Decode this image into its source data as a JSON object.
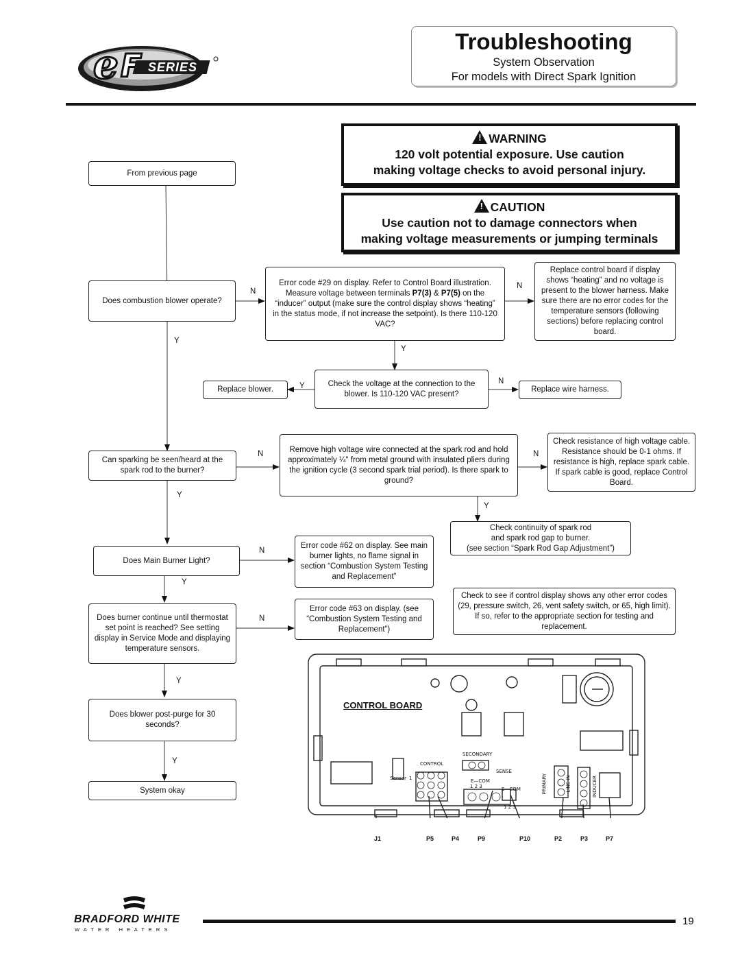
{
  "header": {
    "title": "Troubleshooting",
    "subtitle1": "System Observation",
    "subtitle2": "For models with Direct Spark Ignition",
    "logo_text": "SERIES"
  },
  "warning": {
    "heading": "WARNING",
    "line1": "120 volt potential exposure. Use caution",
    "line2": "making voltage checks to avoid personal injury."
  },
  "caution": {
    "heading": "CAUTION",
    "line1": "Use caution not to damage connectors when",
    "line2": "making voltage measurements or jumping terminals"
  },
  "flow": {
    "from_prev": "From previous page",
    "q_blower": "Does combustion blower operate?",
    "err29_a": "Error code #29 on display. Refer to Control Board illustration. Measure voltage between terminals ",
    "err29_b": "P7(3)",
    "err29_c": " & ",
    "err29_d": "P7(5)",
    "err29_e": " on the “inducer” output (make sure the control display shows “heating” in the status mode, if not increase the setpoint).  Is there 110-120 VAC?",
    "replace_board": "Replace control board if display shows “heating” and no voltage is present to the blower harness. Make sure there are no error codes for the temperature sensors (following sections) before replacing control board.",
    "check_blower_voltage": "Check the voltage at the connection to the blower.  Is 110-120 VAC present?",
    "replace_blower": "Replace blower.",
    "replace_harness": "Replace wire harness.",
    "q_spark": "Can sparking be seen/heard at the spark rod to the burner?",
    "remove_hv": "Remove high voltage wire connected at the spark rod and hold approximately ¼\" from metal ground with insulated pliers during the ignition cycle (3 second spark trial period).  Is there spark to ground?",
    "check_resistance": "Check resistance of high voltage cable. Resistance should be 0-1 ohms. If resistance is high, replace spark cable. If spark cable is good, replace Control Board.",
    "check_continuity_1": "Check continuity of spark rod and spark rod gap to burner.",
    "check_continuity_2": "(see section “Spark Rod Gap Adjustment”)",
    "q_main_burner": "Does Main Burner Light?",
    "err62": "Error code #62 on display.  See main burner lights, no flame signal in section “Combustion System Testing and Replacement”",
    "q_continue": "Does burner continue until thermostat set point is reached? See setting display in Service Mode and displaying temperature sensors.",
    "err63": "Error code #63 on display.  (see “Combustion System Testing and Replacement”)",
    "check_other": "Check to see if control display shows any other error codes (29, pressure switch, 26, vent safety switch, or 65, high limit).  If so, refer to the appropriate section for testing and replacement.",
    "q_postpurge": "Does blower post-purge for 30 seconds?",
    "system_okay": "System okay",
    "Y": "Y",
    "N": "N"
  },
  "board": {
    "title": "CONTROL BOARD",
    "sensor": "Sensor",
    "sensor_num": "1",
    "control": "CONTROL",
    "secondary": "SECONDARY",
    "sense": "SENSE",
    "ecom1": "E—COM",
    "ecom2": "E—COM",
    "primary": "PRIMARY",
    "line_in": "LINE  IN",
    "inducer": "INDUCER",
    "nums_123": "1   2     3",
    "sense_123": "1 2 3",
    "connectors": [
      "J1",
      "P5",
      "P4",
      "P9",
      "P10",
      "P2",
      "P3",
      "P7"
    ]
  },
  "footer": {
    "brand": "BRADFORD WHITE",
    "sub": "W A T E R   H E A T E R S",
    "page": "19"
  }
}
